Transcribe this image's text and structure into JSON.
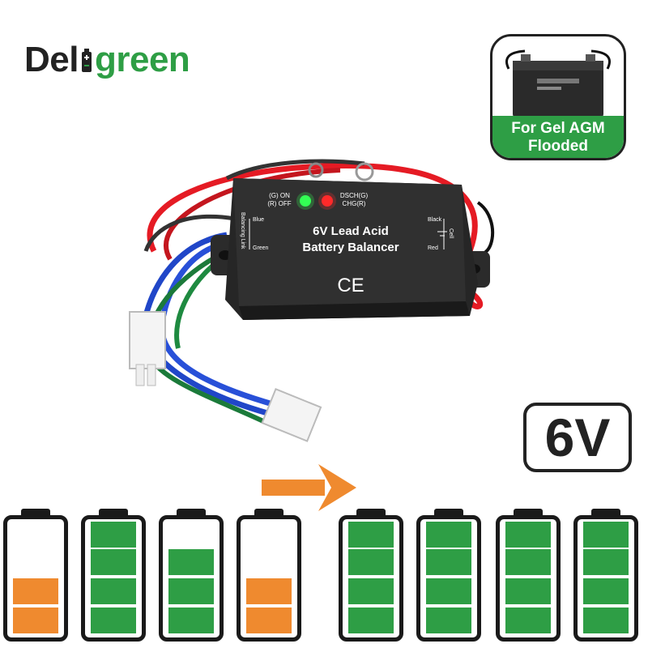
{
  "logo": {
    "prefix": "Del",
    "suffix": "green"
  },
  "badge": {
    "line1": "For Gel AGM",
    "line2": "Flooded"
  },
  "product": {
    "title_line1": "6V Lead Acid",
    "title_line2": "Battery Balancer",
    "led_left_on": "(G) ON",
    "led_left_off": "(R) OFF",
    "led_right_dsch": "DSCH(G)",
    "led_right_chg": "CHG(R)",
    "side_left": "Balancing Link",
    "wire_blue": "Blue",
    "wire_green": "Green",
    "wire_black": "Black",
    "wire_red": "Red",
    "cell_label": "Cell",
    "ce_mark": "CE"
  },
  "voltage_label": "6V",
  "colors": {
    "brand_green": "#2e9e45",
    "accent_orange": "#ef8a2f",
    "dark": "#222222"
  },
  "batteries": [
    {
      "level": 2,
      "color": "orange"
    },
    {
      "level": 4,
      "color": "green"
    },
    {
      "level": 3,
      "color": "green"
    },
    {
      "level": 2,
      "color": "orange"
    },
    {
      "level": 4,
      "color": "green"
    },
    {
      "level": 4,
      "color": "green"
    },
    {
      "level": 4,
      "color": "green"
    },
    {
      "level": 4,
      "color": "green"
    }
  ]
}
